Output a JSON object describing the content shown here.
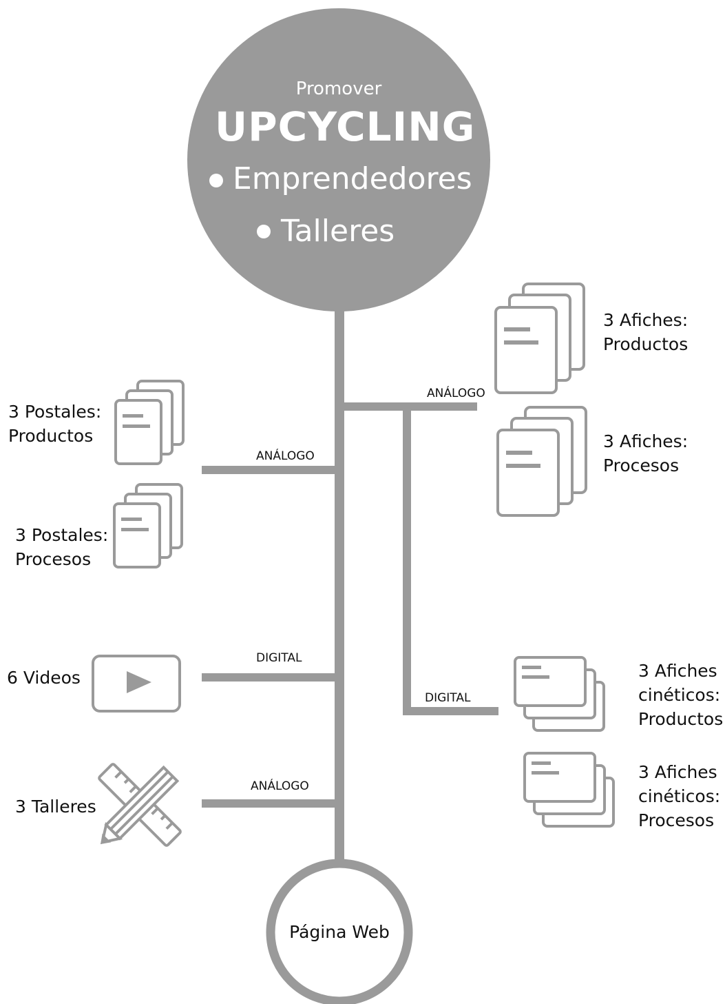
{
  "colors": {
    "line": "#9a9a9a",
    "icon": "#9a9a9a",
    "hub_fill": "#9a9a9a",
    "hub_text": "#ffffff",
    "text": "#111111"
  },
  "hub": {
    "kicker": "Promover",
    "title": "UPCYCLING",
    "bullets": [
      "Emprendedores",
      "Talleres"
    ]
  },
  "end_node": {
    "label": "Página Web"
  },
  "branch_tags": {
    "left_analog_top": "ANÁLOGO",
    "left_digital": "DIGITAL",
    "left_analog_bottom": "ANÁLOGO",
    "right_analog": "ANÁLOGO",
    "right_digital": "DIGITAL"
  },
  "items": {
    "postales_productos": [
      "3 Postales:",
      "Productos"
    ],
    "postales_procesos": [
      "3 Postales:",
      "Procesos"
    ],
    "videos": [
      "6 Videos"
    ],
    "talleres": [
      "3 Talleres"
    ],
    "afiches_productos": [
      "3 Afiches:",
      "Productos"
    ],
    "afiches_procesos": [
      "3 Afiches:",
      "Procesos"
    ],
    "afiches_cineticos_productos": [
      "3 Afiches",
      "cinéticos:",
      "Productos"
    ],
    "afiches_cineticos_procesos": [
      "3 Afiches",
      "cinéticos:",
      "Procesos"
    ]
  },
  "icons": {
    "postales_productos": "portrait-document-stack-icon",
    "postales_procesos": "portrait-document-stack-icon",
    "videos": "video-play-icon",
    "talleres": "pencil-ruler-icon",
    "afiches_productos": "portrait-document-stack-icon",
    "afiches_procesos": "portrait-document-stack-icon",
    "afiches_cineticos_productos": "landscape-document-stack-icon",
    "afiches_cineticos_procesos": "landscape-document-stack-icon"
  }
}
